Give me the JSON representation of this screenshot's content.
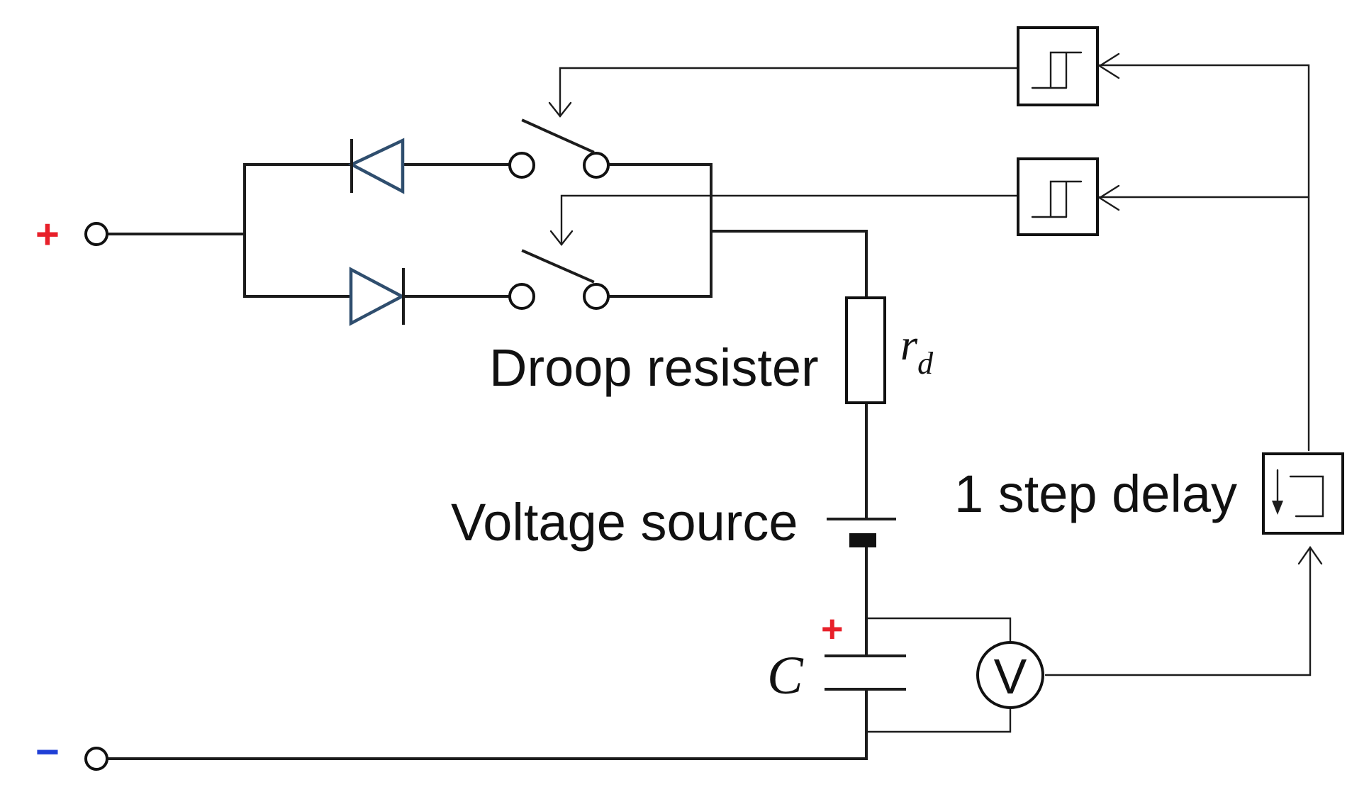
{
  "labels": {
    "droop_resister": "Droop resister",
    "rd_r": "r",
    "rd_sub": "d",
    "voltage_source": "Voltage source",
    "one_step_delay": "1 step delay",
    "capacitor": "C",
    "voltmeter": "V",
    "plus_terminal": "+",
    "minus_terminal": "−",
    "cap_plus": "+"
  },
  "colors": {
    "wire": "#1c1c1c",
    "diode": "#2f4e6e",
    "plus_sign": "#e8202a",
    "minus_sign": "#1f3fd6"
  },
  "icons": {
    "comparator": "hysteresis-relay-icon",
    "delay": "unit-delay-icon"
  }
}
